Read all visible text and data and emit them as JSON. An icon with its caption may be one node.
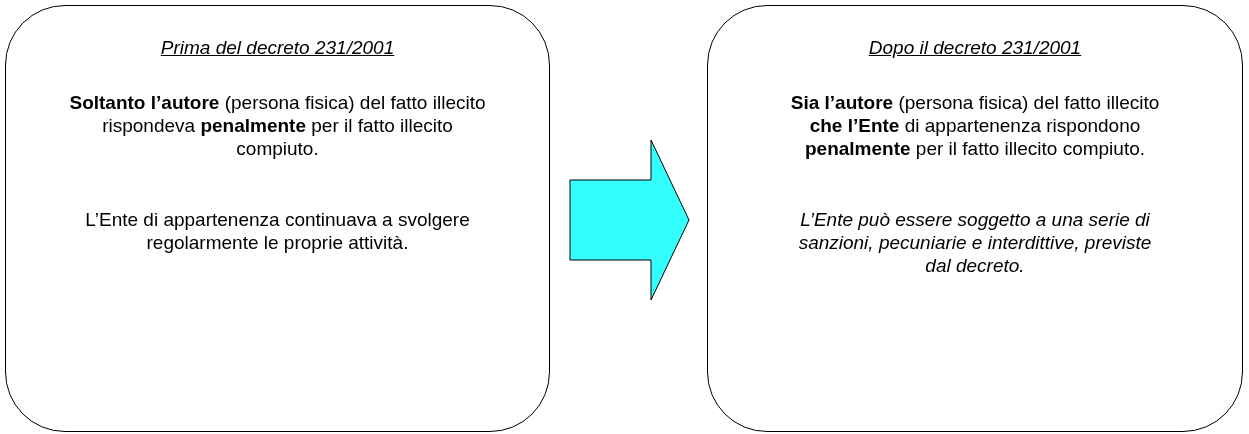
{
  "diagram": {
    "nodes": [
      {
        "text": [
          "Prima del decreto 231/2001",
          "**Soltanto l’autore** (persona fisica) del fatto illecito rispondeva **penalmente** per il fatto illecito compiuto.",
          "L’Ente di appartenenza continuava a svolgere regolarmente le proprie attività."
        ]
      },
      {
        "text": [
          "Dopo il decreto 231/2001",
          "**Sia l’autore** (persona fisica) del fatto illecito **che l’Ente** di appartenenza rispondono **penalmente** per il fatto illecito compiuto.",
          "L’Ente può essere soggetto a una serie di sanzioni, pecuniarie e interdittive, previste dal decreto."
        ]
      }
    ],
    "edges": [
      {
        "from": 0,
        "to": 1,
        "arrow": "to"
      }
    ]
  }
}
